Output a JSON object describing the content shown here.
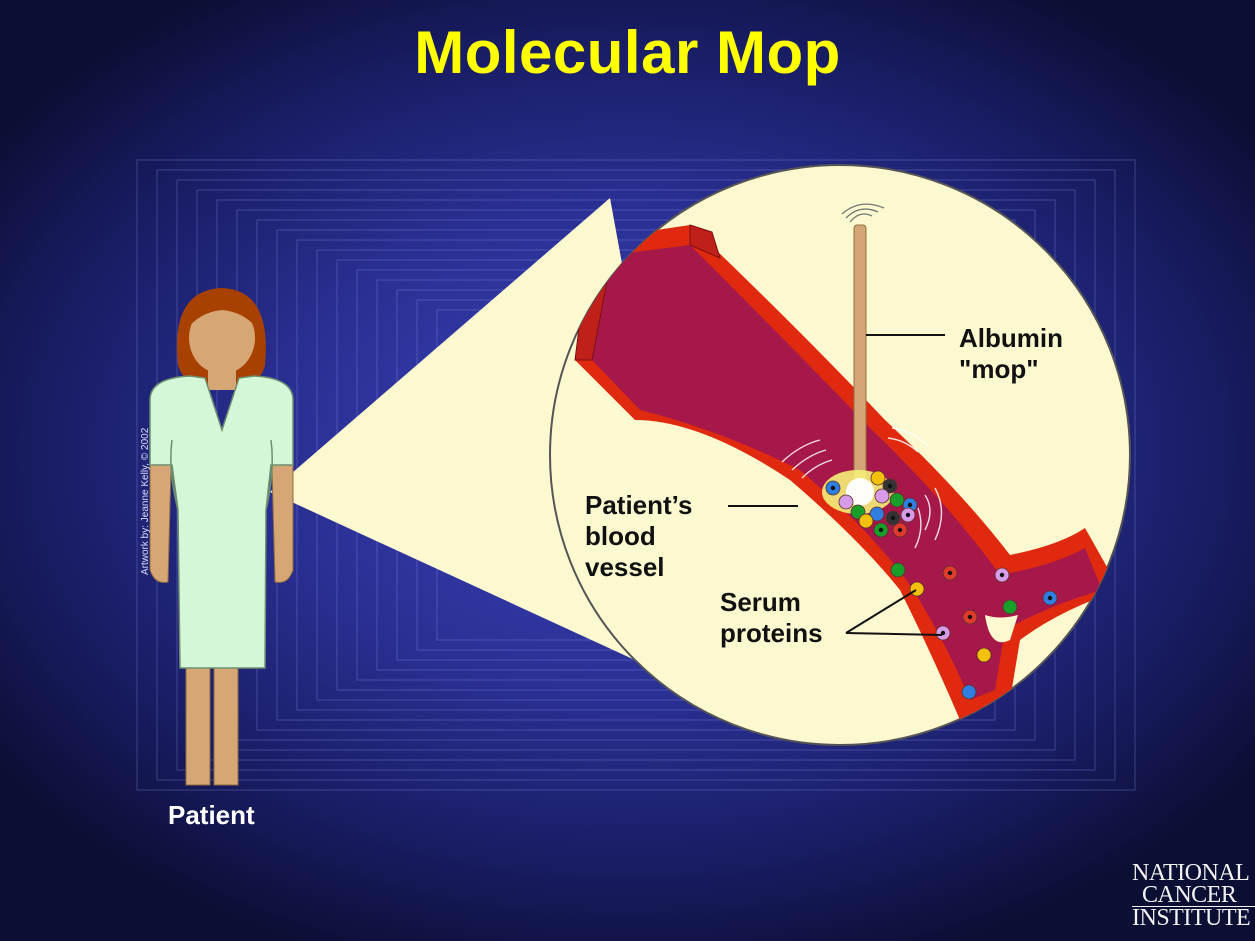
{
  "slide": {
    "title": "Molecular Mop",
    "patient_label": "Patient",
    "artwork_credit": "Artwork by: Jeanne Kelly, © 2002"
  },
  "labels": {
    "albumin_line1": "Albumin",
    "albumin_line2": "\"mop\"",
    "vessel_line1": "Patient’s",
    "vessel_line2": "blood",
    "vessel_line3": "vessel",
    "serum_line1": "Serum",
    "serum_line2": "proteins"
  },
  "logo": {
    "line1": "NATIONAL",
    "line2": "CANCER",
    "line3": "INSTITUTE"
  },
  "colors": {
    "title": "#ffff00",
    "background": "#2a2f93",
    "zoom_circle": "#fcf8d0",
    "vessel_wall": "#e02a10",
    "vessel_interior": "#a6184a",
    "dress": "#d4f7d7",
    "skin": "#d6a774",
    "hair": "#a84100",
    "mop": "#d4a576"
  },
  "icons": [
    "woman-figure-icon",
    "blood-vessel-icon",
    "albumin-mop-icon",
    "signal-icon",
    "serum-protein-icon"
  ]
}
